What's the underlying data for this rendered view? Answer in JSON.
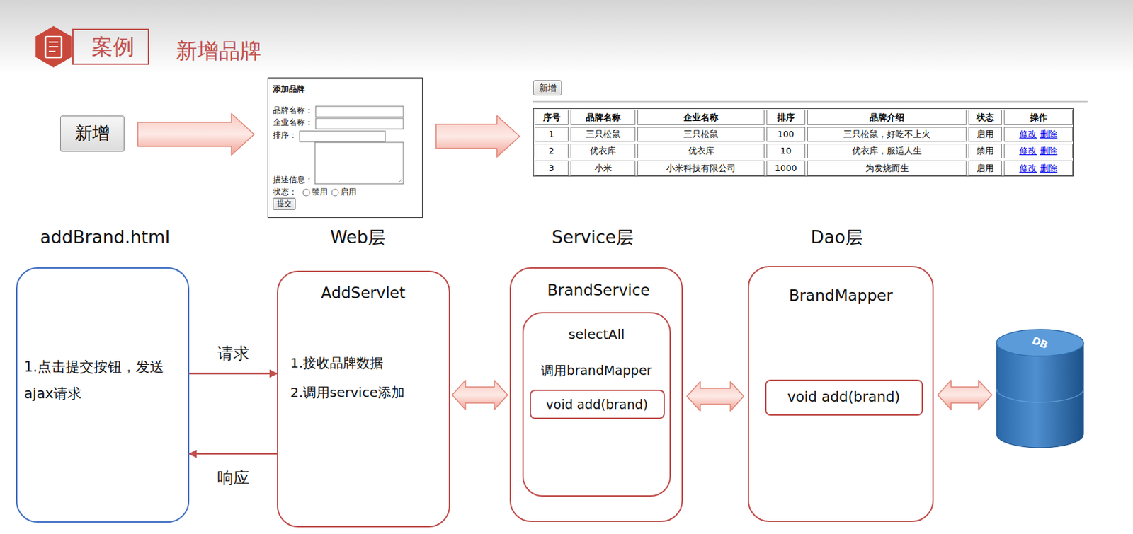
{
  "diagram": {
    "title": "新增品牌",
    "nodes": [
      {
        "text": [
          "案例"
        ]
      },
      {
        "text": [
          "新增"
        ]
      },
      {
        "text": [
          "添加品牌",
          "品牌名称：",
          "企业名称：",
          "排序：",
          "描述信息：",
          "状态：",
          "禁用",
          "启用"
        ]
      },
      {
        "text": [
          "提交"
        ],
        "in": 2
      },
      {
        "text": [
          "序号",
          "品牌名称",
          "企业名称",
          "排序",
          "品牌介绍",
          "状态",
          "操作",
          "1",
          "三只松鼠",
          "三只松鼠",
          "100",
          "三只松鼠，好吃不上火",
          "启用",
          "修改",
          "删除",
          "2",
          "优衣库",
          "优衣库",
          "10",
          "优衣库，服适人生",
          "禁用",
          "修改",
          "删除",
          "3",
          "小米",
          "小米科技有限公司",
          "1000",
          "为发烧而生",
          "启用",
          "修改",
          "删除"
        ]
      },
      {
        "text": [
          "新增"
        ],
        "in": 4
      },
      {
        "text": [
          "addBrand.html",
          "1.点击提交按钮，发送ajax请求"
        ]
      },
      {
        "text": [
          "Web层",
          "AddServlet",
          "1.接收品牌数据",
          "2.调用service添加"
        ]
      },
      {
        "text": [
          "Service层",
          "BrandService"
        ]
      },
      {
        "text": [
          "selectAll",
          "调用brandMapper"
        ],
        "in": 8
      },
      {
        "text": [
          "void add(brand)"
        ],
        "in": 9
      },
      {
        "text": [
          "Dao层",
          "BrandMapper"
        ]
      },
      {
        "text": [
          "void add(brand)"
        ],
        "in": 11
      },
      {
        "text": [
          "DB"
        ]
      }
    ],
    "edges": [
      {
        "from": 1,
        "to": 2,
        "arrow": "to"
      },
      {
        "from": 2,
        "to": 4,
        "arrow": "to"
      },
      {
        "from": 6,
        "to": 7,
        "label": "请求",
        "arrow": "to"
      },
      {
        "from": 7,
        "to": 6,
        "label": "响应",
        "arrow": "to"
      },
      {
        "from": 7,
        "to": 8,
        "arrow": "both"
      },
      {
        "from": 8,
        "to": 11,
        "arrow": "both"
      },
      {
        "from": 11,
        "to": 13,
        "arrow": "both"
      }
    ]
  }
}
